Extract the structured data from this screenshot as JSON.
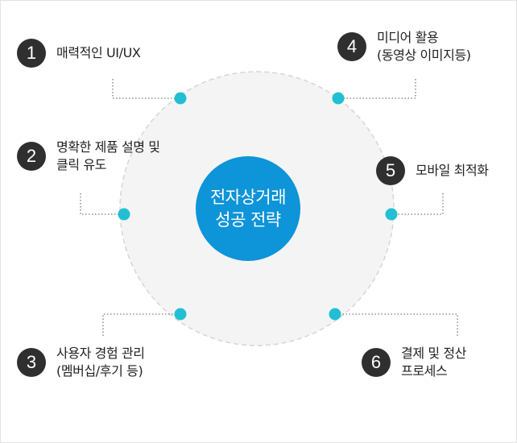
{
  "center": {
    "line1": "전자상거래",
    "line2": "성공 전략"
  },
  "items": [
    {
      "number": "1",
      "lines": [
        "매력적인 UI/UX"
      ]
    },
    {
      "number": "2",
      "lines": [
        "명확한 제품 설명 및",
        "클릭 유도"
      ]
    },
    {
      "number": "3",
      "lines": [
        "사용자 경험 관리",
        "(멤버십/후기 등)"
      ]
    },
    {
      "number": "4",
      "lines": [
        "미디어 활용",
        "(동영상 이미지등)"
      ]
    },
    {
      "number": "5",
      "lines": [
        "모바일 최적화"
      ]
    },
    {
      "number": "6",
      "lines": [
        "결제 및 정산",
        "프로세스"
      ]
    }
  ],
  "colors": {
    "accent": "#0e94d8",
    "node": "#22bfd3",
    "badge": "#2f2f2f",
    "ring_fill": "#f4f4f4",
    "ring_stroke": "#d6d6d6",
    "connector": "#7a7a7a"
  }
}
